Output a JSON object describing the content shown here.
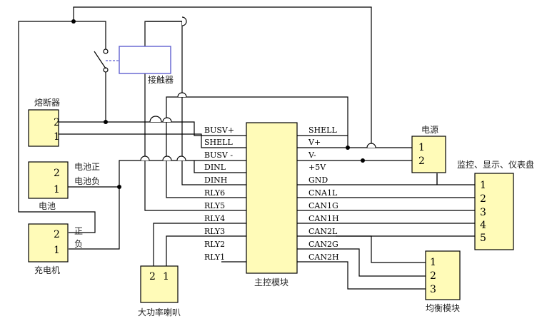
{
  "components": {
    "fuse": {
      "label": "熔断器",
      "pins": [
        "2",
        "1"
      ]
    },
    "battery": {
      "label": "电池",
      "pins": [
        "2",
        "1"
      ],
      "pin_labels": [
        "电池正",
        "电池负"
      ]
    },
    "charger": {
      "label": "充电机",
      "pins": [
        "2",
        "1"
      ],
      "pin_labels": [
        "正",
        "负"
      ]
    },
    "contactor": {
      "label": "接触器"
    },
    "speaker": {
      "label": "大功率喇叭",
      "pins": [
        "2",
        "1"
      ]
    },
    "main_controller": {
      "label": "主控模块",
      "left_pins": [
        "BUSV+",
        "SHELL",
        "BUSV -",
        "DINL",
        "DINH",
        "RLY6",
        "RLY5",
        "RLY4",
        "RLY3",
        "RLY2",
        "RLY1"
      ],
      "right_pins": [
        "SHELL",
        "V+",
        "V-",
        "+5V",
        "GND",
        "CNA1L",
        "CAN1G",
        "CAN1H",
        "CAN2L",
        "CAN2G",
        "CAN2H"
      ]
    },
    "power_supply": {
      "label": "电源",
      "pins": [
        "1",
        "2"
      ]
    },
    "display": {
      "label": "监控、显示、仪表盘",
      "pins": [
        "1",
        "2",
        "3",
        "4",
        "5"
      ]
    },
    "balancer": {
      "label": "均衡模块",
      "pins": [
        "1",
        "2",
        "3"
      ]
    }
  }
}
